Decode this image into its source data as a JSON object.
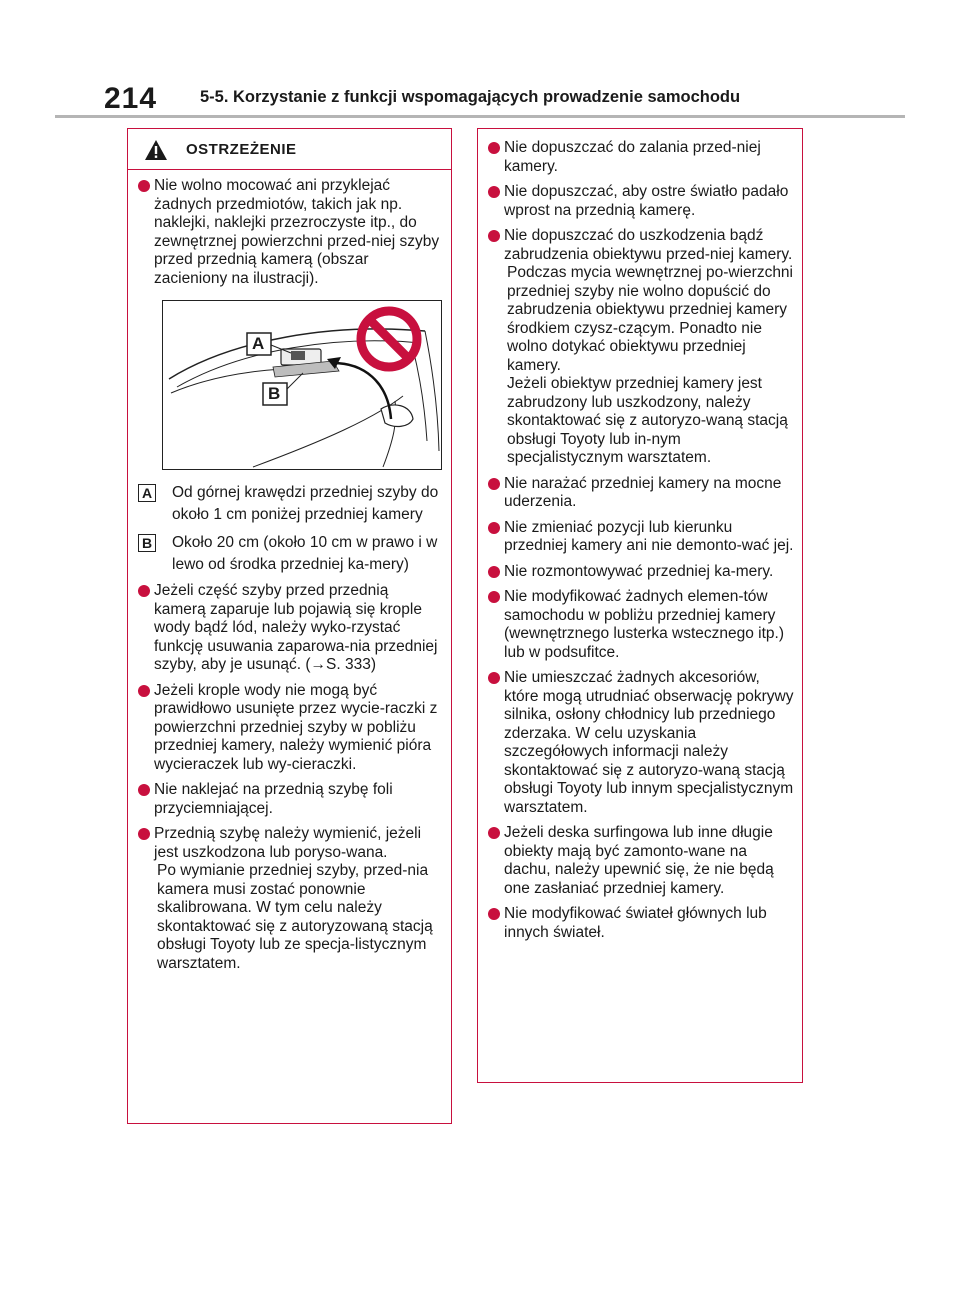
{
  "header": {
    "page_number": "214",
    "section_title": "5-5. Korzystanie z funkcji wspomagających prowadzenie samochodu"
  },
  "warning": {
    "title": "OSTRZEŻENIE"
  },
  "left_items": [
    "Nie wolno mocować ani przyklejać żadnych przedmiotów, takich jak np. naklejki, naklejki przezroczyste itp., do zewnętrznej powierzchni przed-niej szyby przed przednią kamerą (obszar zacieniony na ilustracji)."
  ],
  "illustration": {
    "label_a": "A",
    "label_b": "B"
  },
  "notes": [
    {
      "badge": "A",
      "text": "Od górnej krawędzi przedniej szyby do około 1 cm poniżej przedniej kamery"
    },
    {
      "badge": "B",
      "text": "Około 20 cm (około 10 cm w prawo i w lewo od środka przedniej ka-mery)"
    }
  ],
  "left_items_2": [
    "Jeżeli część szyby przed przednią kamerą zaparuje lub pojawią się krople wody bądź lód, należy wyko-rzystać funkcję usuwania zaparowa-nia przedniej szyby, aby je usunąć. (→S. 333)",
    "Jeżeli krople wody nie mogą być prawidłowo usunięte przez wycie-raczki z powierzchni przedniej szyby w pobliżu przedniej kamery, należy wymienić pióra wycieraczek lub wy-cieraczki.",
    "Nie naklejać na przednią szybę foli przyciemniającej."
  ],
  "left_item_last": {
    "text": "Przednią szybę należy wymienić, jeżeli jest uszkodzona lub poryso-wana.",
    "sub": "Po wymianie przedniej szyby, przed-nia kamera musi zostać ponownie skalibrowana. W tym celu należy skontaktować się z autoryzowaną stacją obsługi Toyoty lub ze specja-listycznym warsztatem."
  },
  "right_items": [
    {
      "text": "Nie dopuszczać do zalania przed-niej kamery."
    },
    {
      "text": "Nie dopuszczać, aby ostre światło padało wprost na przednią kamerę."
    },
    {
      "text": "Nie dopuszczać do uszkodzenia bądź zabrudzenia obiektywu przed-niej kamery.",
      "sub1": "Podczas mycia wewnętrznej po-wierzchni przedniej szyby nie wolno dopuścić do zabrudzenia obiektywu przedniej kamery środkiem czysz-czącym. Ponadto nie wolno dotykać obiektywu przedniej kamery.",
      "sub2": "Jeżeli obiektyw przedniej kamery jest zabrudzony lub uszkodzony, należy skontaktować się z autoryzo-waną stacją obsługi Toyoty lub in-nym specjalistycznym warsztatem."
    },
    {
      "text": "Nie narażać przedniej kamery na mocne uderzenia."
    },
    {
      "text": "Nie zmieniać pozycji lub kierunku przedniej kamery ani nie demonto-wać jej."
    },
    {
      "text": "Nie rozmontowywać przedniej ka-mery."
    },
    {
      "text": "Nie modyfikować żadnych elemen-tów samochodu w pobliżu przedniej kamery (wewnętrznego lusterka wstecznego itp.) lub w podsufitce."
    },
    {
      "text": "Nie umieszczać żadnych akcesoriów, które mogą utrudniać obserwację pokrywy silnika, osłony chłodnicy lub przedniego zderzaka. W celu uzyskania szczegółowych informacji należy skontaktować się z autoryzo-waną stacją obsługi Toyoty lub innym specjalistycznym warsztatem."
    },
    {
      "text": "Jeżeli deska surfingowa lub inne długie obiekty mają być zamonto-wane na dachu, należy upewnić się, że nie będą one zasłaniać przedniej kamery."
    },
    {
      "text": "Nie modyfikować świateł głównych lub innych świateł."
    }
  ]
}
